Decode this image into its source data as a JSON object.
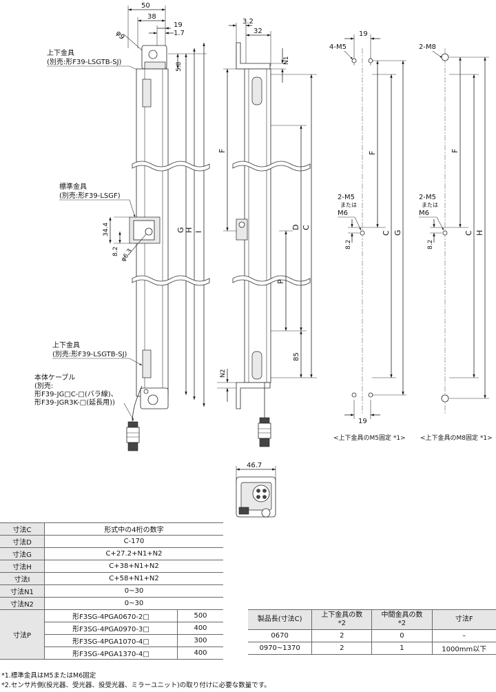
{
  "dims": {
    "d50": "50",
    "d38": "38",
    "d19": "19",
    "d1_7": "1.7",
    "phi9": "φ9",
    "d5_8": "5.8",
    "d34_4": "34.4",
    "d8_2": "8.2",
    "phi6_3": "φ6.3",
    "d3_2": "3.2",
    "d32": "32",
    "d46_7": "46.7",
    "d85": "85",
    "F": "F",
    "G": "G",
    "H": "H",
    "I": "I",
    "C": "C",
    "D": "D",
    "P": "P",
    "N1": "N1",
    "N2": "N2"
  },
  "labels": {
    "upper_bracket": "上下金具",
    "upper_bracket_sub": "(別売:形F39-LSGTB-SJ)",
    "std_bracket": "標準金具",
    "std_bracket_sub": "(別売:形F39-LSGF)",
    "lower_bracket": "上下金具",
    "lower_bracket_sub": "(別売:形F39-LSGTB-SJ)",
    "cable_1": "本体ケーブル",
    "cable_2": "(別売:",
    "cable_3": "形F39-JG□C-□(バラ線)、",
    "cable_4": "形F39-JGR3K-□(延長用))",
    "m5_4": "4-M5",
    "m8_2": "2-M8",
    "m5_2": "2-M5",
    "or": "または",
    "m6": "M6",
    "caption_m5": "<上下金具のM5固定 *1>",
    "caption_m8": "<上下金具のM8固定 *1>"
  },
  "table_dims": {
    "rows": [
      {
        "label": "寸法C",
        "value": "形式中の4桁の数字"
      },
      {
        "label": "寸法D",
        "value": "C-170"
      },
      {
        "label": "寸法G",
        "value": "C+27.2+N1+N2"
      },
      {
        "label": "寸法H",
        "value": "C+38+N1+N2"
      },
      {
        "label": "寸法I",
        "value": "C+58+N1+N2"
      },
      {
        "label": "寸法N1",
        "value": "0~30"
      },
      {
        "label": "寸法N2",
        "value": "0~30"
      }
    ],
    "p_label": "寸法P",
    "p_rows": [
      {
        "model": "形F3SG-4PGA0670-2□",
        "value": "500"
      },
      {
        "model": "形F3SG-4PGA0970-3□",
        "value": "400"
      },
      {
        "model": "形F3SG-4PGA1070-4□",
        "value": "300"
      },
      {
        "model": "形F3SG-4PGA1370-4□",
        "value": "400"
      }
    ]
  },
  "table_brackets": {
    "headers": [
      "製品長(寸法C)",
      "上下金具の数",
      "*2",
      "中間金具の数",
      "*2",
      "寸法F"
    ],
    "rows": [
      {
        "length": "0670",
        "upper": "2",
        "middle": "0",
        "f": "–"
      },
      {
        "length": "0970~1370",
        "upper": "2",
        "middle": "1",
        "f": "1000mm以下"
      }
    ]
  },
  "notes": [
    "*1.標準金具はM5またはM6固定",
    "*2.センサ片側(投光器、受光器、投受光器、ミラーユニット)の取り付けに必要な数量です。"
  ]
}
